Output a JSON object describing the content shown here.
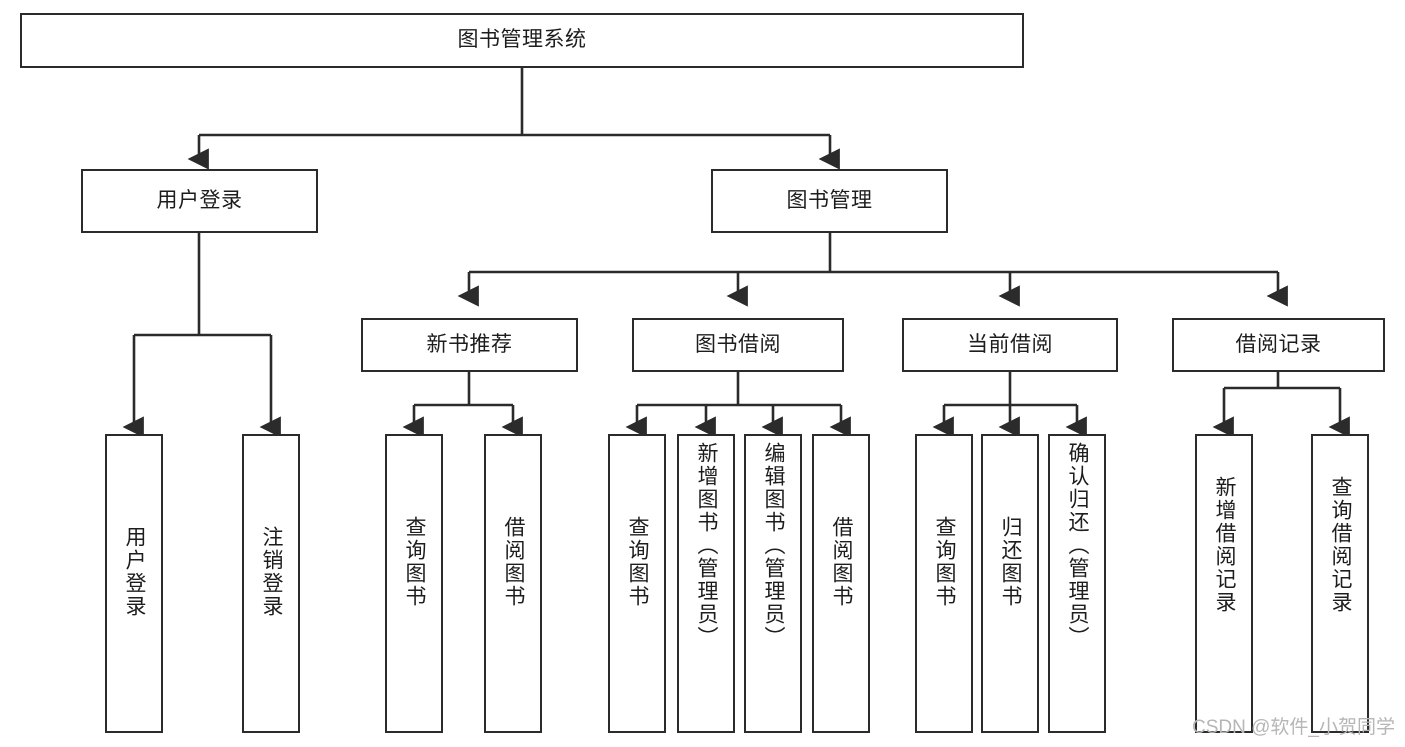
{
  "diagram": {
    "type": "tree",
    "title": "图书管理系统",
    "orientation": "top-down",
    "colors": {
      "stroke": "#2b2b2b",
      "fill": "#ffffff",
      "text": "#1d1d1d",
      "watermark": "#b6b6b6"
    },
    "nodes": {
      "root": {
        "label": "图书管理系统"
      },
      "level2": [
        {
          "id": "user-login",
          "label": "用户登录"
        },
        {
          "id": "book-manage",
          "label": "图书管理"
        }
      ],
      "level3": [
        {
          "id": "new-book-recommend",
          "label": "新书推荐"
        },
        {
          "id": "book-borrow",
          "label": "图书借阅"
        },
        {
          "id": "current-borrow",
          "label": "当前借阅"
        },
        {
          "id": "borrow-record",
          "label": "借阅记录"
        }
      ],
      "leaves": [
        {
          "id": "leaf-user-login",
          "label": "用户登录",
          "parent": "user-login"
        },
        {
          "id": "leaf-logout-login",
          "label": "注销登录",
          "parent": "user-login"
        },
        {
          "id": "leaf-query-book-1",
          "label": "查询图书",
          "parent": "new-book-recommend"
        },
        {
          "id": "leaf-borrow-book-1",
          "label": "借阅图书",
          "parent": "new-book-recommend"
        },
        {
          "id": "leaf-query-book-2",
          "label": "查询图书",
          "parent": "book-borrow"
        },
        {
          "id": "leaf-add-book",
          "label": "新增图书（管理员）",
          "parent": "book-borrow"
        },
        {
          "id": "leaf-edit-book",
          "label": "编辑图书（管理员）",
          "parent": "book-borrow"
        },
        {
          "id": "leaf-borrow-book-2",
          "label": "借阅图书",
          "parent": "book-borrow"
        },
        {
          "id": "leaf-query-book-3",
          "label": "查询图书",
          "parent": "current-borrow"
        },
        {
          "id": "leaf-return-book",
          "label": "归还图书",
          "parent": "current-borrow"
        },
        {
          "id": "leaf-confirm-return",
          "label": "确认归还（管理员）",
          "parent": "current-borrow"
        },
        {
          "id": "leaf-add-record",
          "label": "新增借阅记录",
          "parent": "borrow-record"
        },
        {
          "id": "leaf-query-record",
          "label": "查询借阅记录",
          "parent": "borrow-record"
        }
      ]
    }
  },
  "watermark": {
    "text": "CSDN @软件_小贺同学"
  }
}
